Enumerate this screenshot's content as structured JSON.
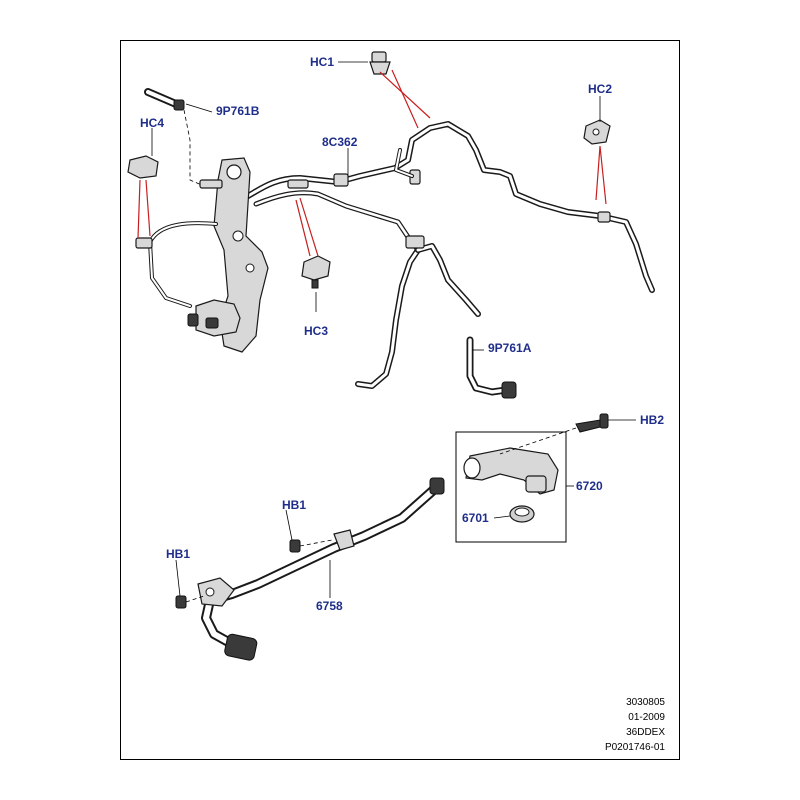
{
  "callouts": {
    "hc1": "HC1",
    "hc2": "HC2",
    "hc3": "HC3",
    "hc4": "HC4",
    "p9p761b": "9P761B",
    "p9p761a": "9P761A",
    "p8c362": "8C362",
    "hb2": "HB2",
    "hb1_upper": "HB1",
    "hb1_lower": "HB1",
    "p6720": "6720",
    "p6701": "6701",
    "p6758": "6758"
  },
  "footer": {
    "line1": "3030805",
    "line2": "01-2009",
    "line3": "36DDEX",
    "line4": "P0201746-01"
  },
  "colors": {
    "callout_text": "#1f2e8a",
    "leader_highlight": "#c81e1e",
    "line_art": "#1a1a1a"
  }
}
